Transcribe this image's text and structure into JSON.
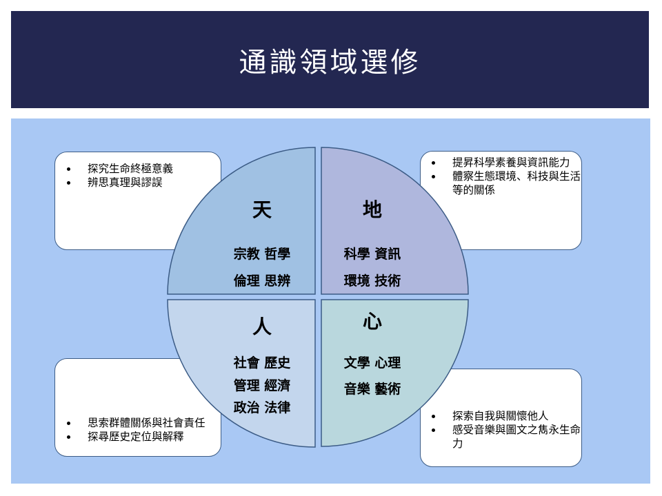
{
  "title": "通識領域選修",
  "colors": {
    "title_bg": "#232751",
    "panel_bg": "#a9c8f4",
    "quadrant_heaven": "#a0c1e3",
    "quadrant_earth": "#afb7dd",
    "quadrant_human": "#c3d6ed",
    "quadrant_heart": "#b9d7dd"
  },
  "quadrants": {
    "heaven": {
      "head": "天",
      "lines": [
        "宗教 哲學",
        "倫理 思辨"
      ]
    },
    "earth": {
      "head": "地",
      "lines": [
        "科學 資訊",
        "環境 技術"
      ]
    },
    "human": {
      "head": "人",
      "lines": [
        "社會 歷史",
        "管理 經濟",
        "政治 法律"
      ]
    },
    "heart": {
      "head": "心",
      "lines": [
        "文學 心理",
        "音樂 藝術"
      ]
    }
  },
  "boxes": {
    "top_left": [
      "探究生命終極意義",
      "辨思真理與謬誤"
    ],
    "top_right": [
      "提昇科學素養與資訊能力",
      "體察生態環境、科技與生活等的關係"
    ],
    "bottom_left": [
      "思索群體關係與社會責任",
      "探尋歷史定位與解釋"
    ],
    "bottom_right": [
      "探索自我與關懷他人",
      "感受音樂與圖文之雋永生命力"
    ]
  }
}
